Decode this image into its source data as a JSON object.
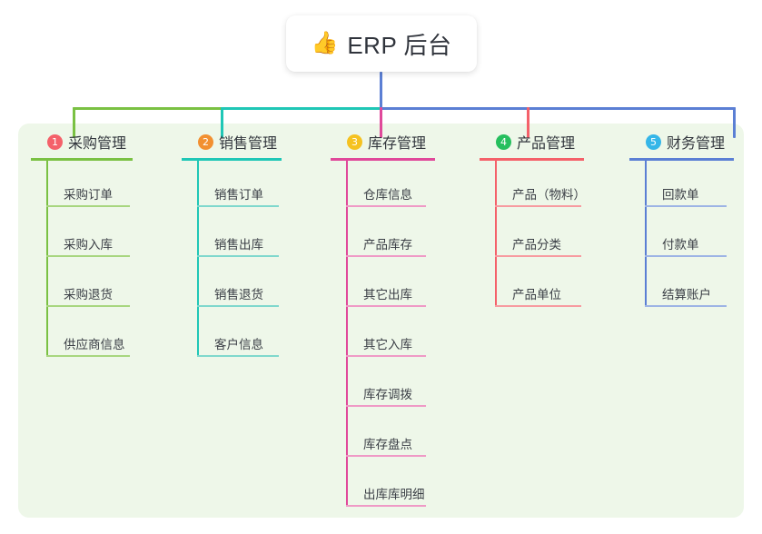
{
  "root": {
    "icon": "thumbs-up-icon",
    "icon_glyph": "👍",
    "title": "ERP 后台"
  },
  "palette": {
    "panel_bg": "#eef7e9",
    "page_bg": "#ffffff",
    "card_bg": "#ffffff",
    "text": "#32363d",
    "green": "#7ac143",
    "teal": "#1fc7b6",
    "pink": "#e0499a",
    "red": "#f4616a",
    "blue": "#5b7fd4",
    "badge_1": "#f4616a",
    "badge_2": "#f29031",
    "badge_3": "#f5c221",
    "badge_4": "#26bf5e",
    "badge_5": "#35b6e8"
  },
  "columns": [
    {
      "index": "1",
      "title": "采购管理",
      "badge_color": "#f4616a",
      "line_color": "#7ac143",
      "leaf_line_color": "#a7d67f",
      "items": [
        "采购订单",
        "采购入库",
        "采购退货",
        "供应商信息"
      ]
    },
    {
      "index": "2",
      "title": "销售管理",
      "badge_color": "#f29031",
      "line_color": "#1fc7b6",
      "leaf_line_color": "#7fd8cd",
      "items": [
        "销售订单",
        "销售出库",
        "销售退货",
        "客户信息"
      ]
    },
    {
      "index": "3",
      "title": "库存管理",
      "badge_color": "#f5c221",
      "line_color": "#e0499a",
      "leaf_line_color": "#ef9ac6",
      "items": [
        "仓库信息",
        "产品库存",
        "其它出库",
        "其它入库",
        "库存调拨",
        "库存盘点",
        "出库库明细"
      ]
    },
    {
      "index": "4",
      "title": "产品管理",
      "badge_color": "#26bf5e",
      "line_color": "#f4616a",
      "leaf_line_color": "#f79ba0",
      "items": [
        "产品（物料）",
        "产品分类",
        "产品单位"
      ]
    },
    {
      "index": "5",
      "title": "财务管理",
      "badge_color": "#35b6e8",
      "line_color": "#5b7fd4",
      "leaf_line_color": "#9db4e5",
      "items": [
        "回款单",
        "付款单",
        "结算账户"
      ]
    }
  ]
}
